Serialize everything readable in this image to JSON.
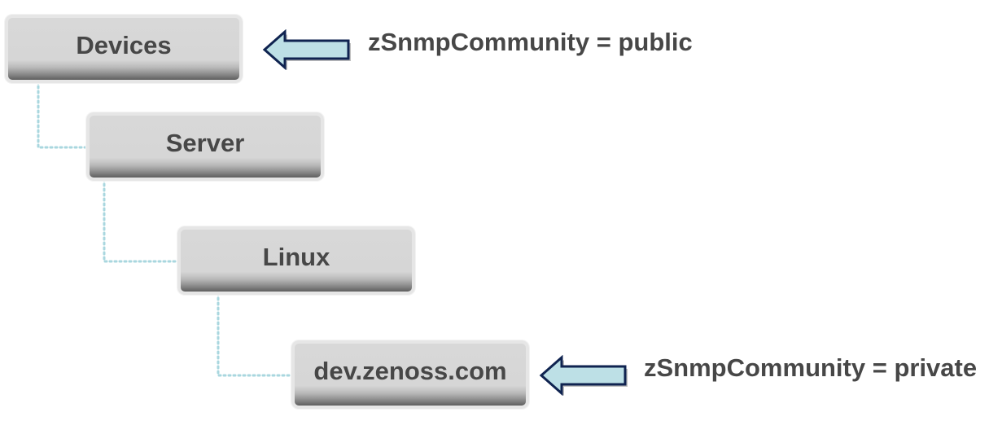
{
  "tree": {
    "nodes": [
      {
        "id": "devices",
        "label": "Devices"
      },
      {
        "id": "server",
        "label": "Server"
      },
      {
        "id": "linux",
        "label": "Linux"
      },
      {
        "id": "device",
        "label": "dev.zenoss.com"
      }
    ],
    "edges": [
      {
        "from": "devices",
        "to": "server"
      },
      {
        "from": "server",
        "to": "linux"
      },
      {
        "from": "linux",
        "to": "device"
      }
    ]
  },
  "annotations": {
    "devices": "zSnmpCommunity = public",
    "device": "zSnmpCommunity = private"
  },
  "colors": {
    "node_text": "#474747",
    "connector": "#a9d7df",
    "arrow_fill": "#bde0e6",
    "arrow_stroke": "#0f2350"
  }
}
